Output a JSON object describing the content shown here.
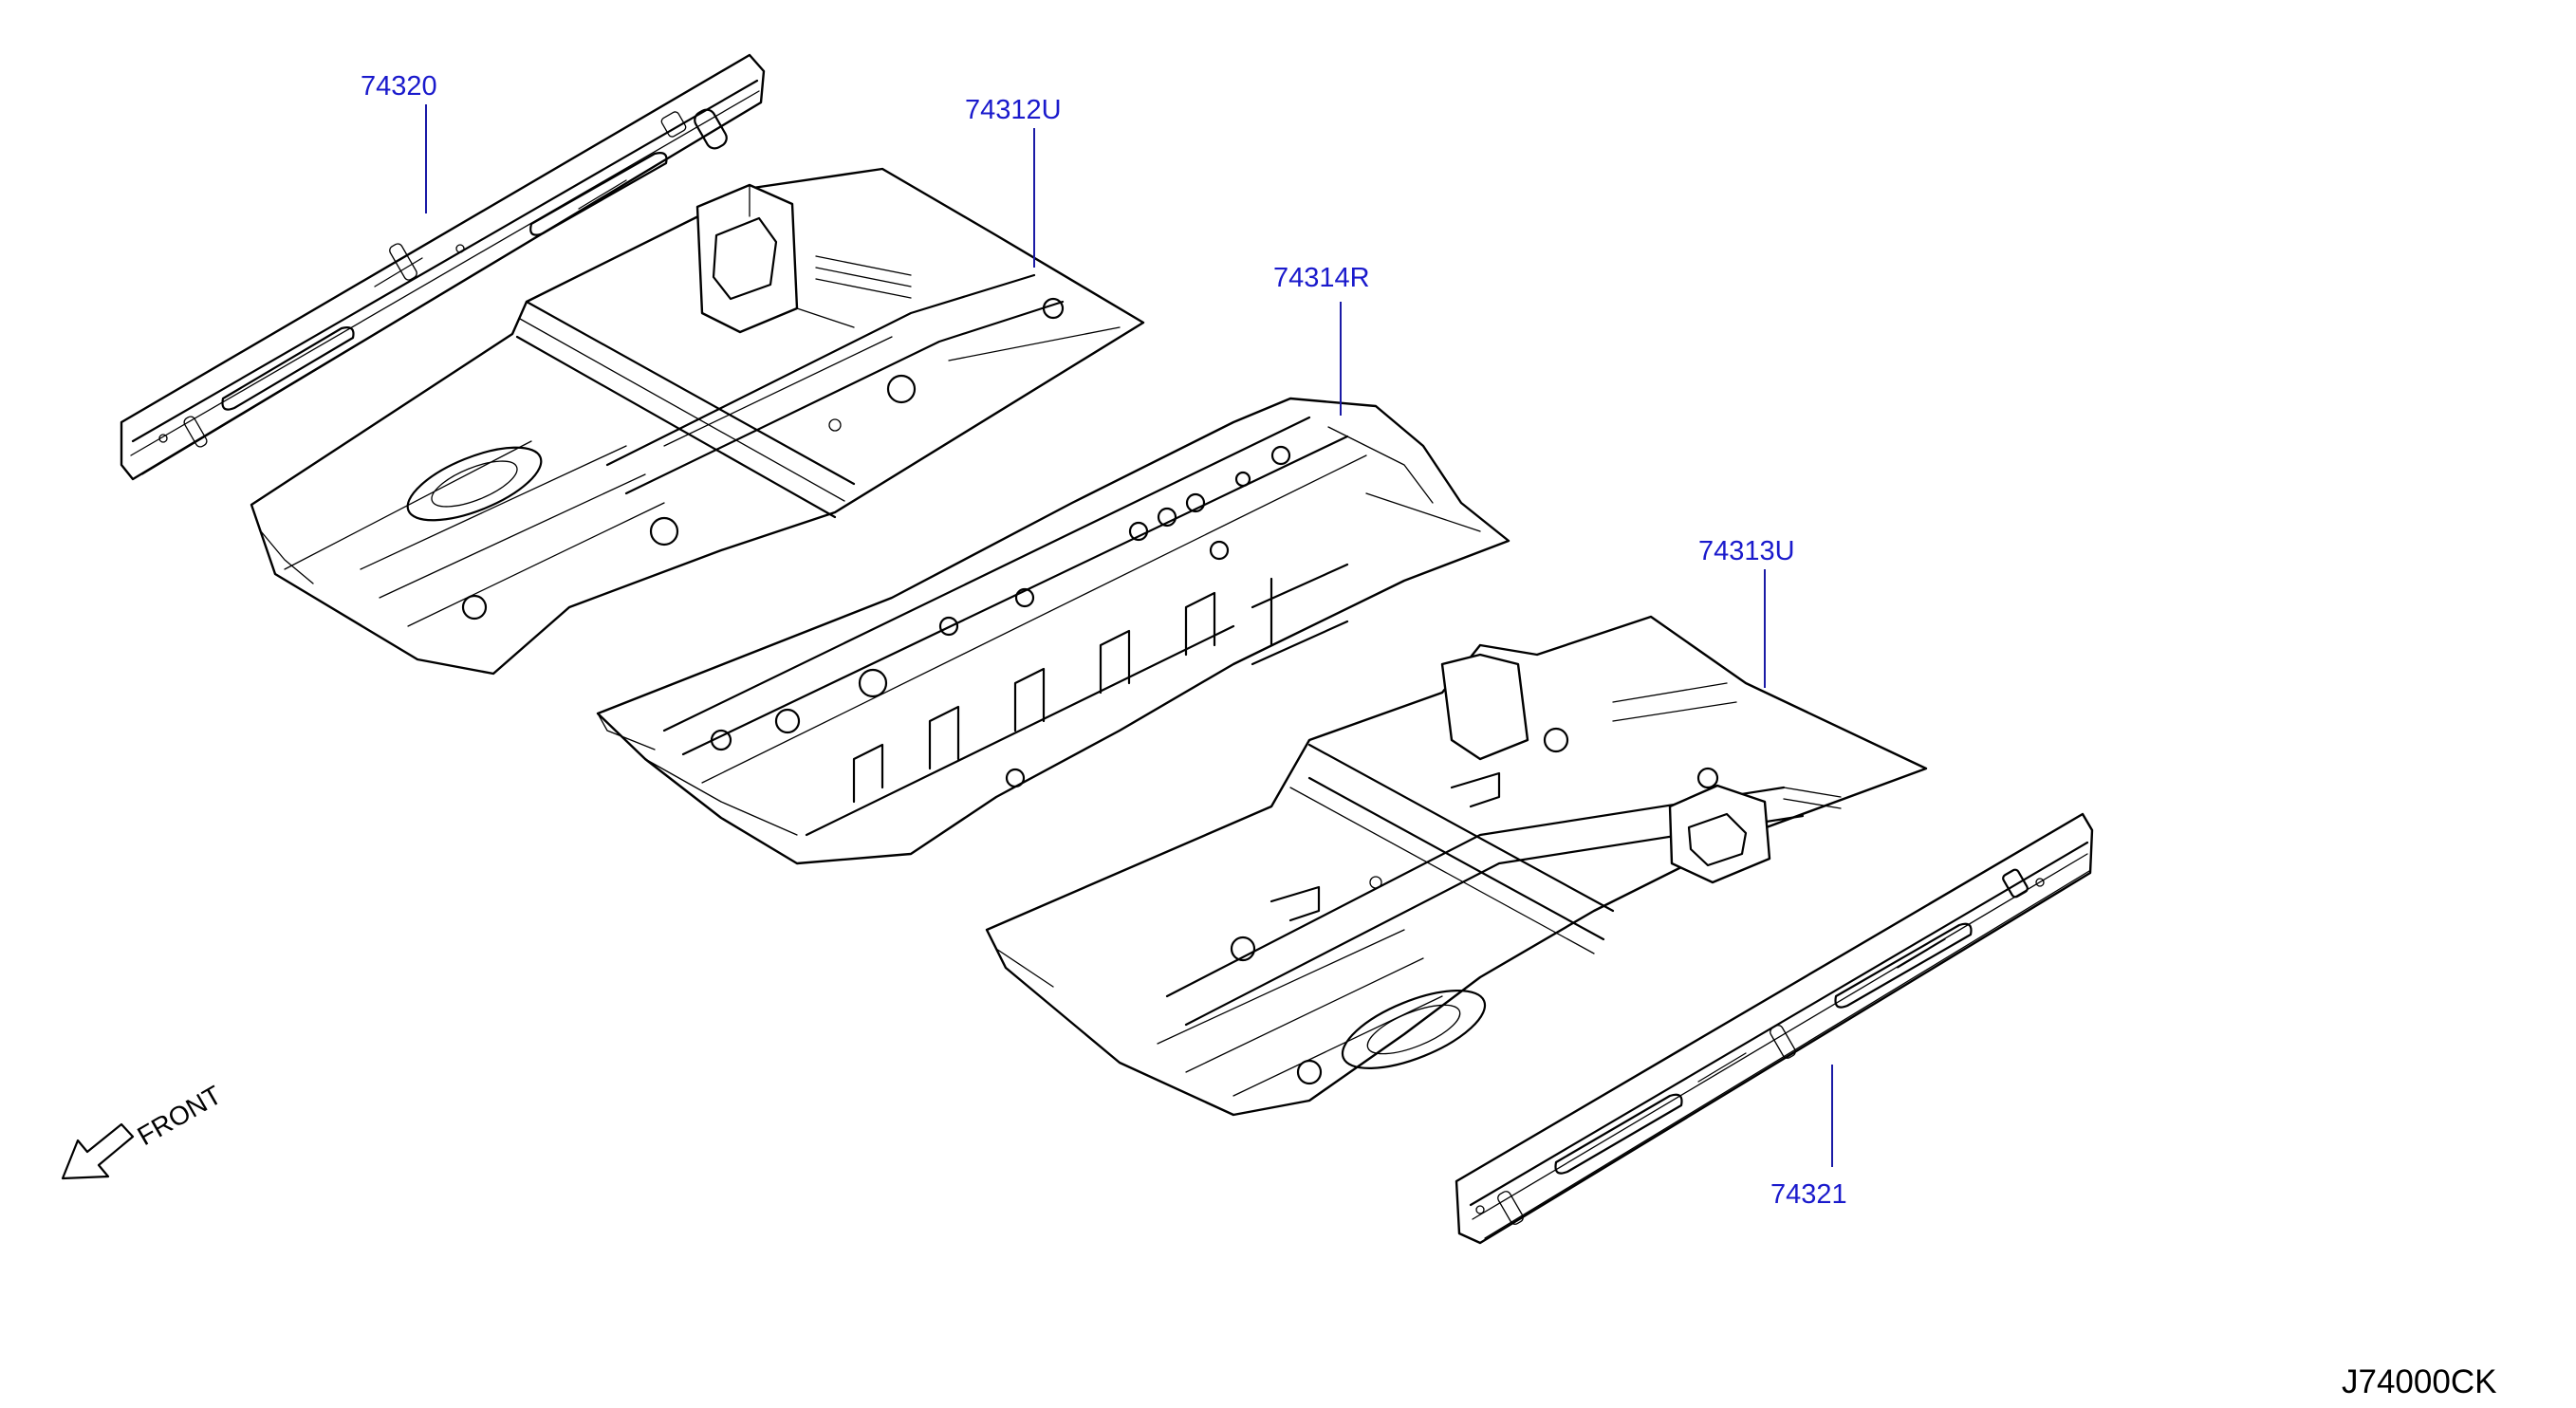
{
  "callouts": {
    "part_74320": "74320",
    "part_74312u": "74312U",
    "part_74314r": "74314R",
    "part_74313u": "74313U",
    "part_74321": "74321"
  },
  "front_label": "FRONT",
  "drawing_code": "J74000CK",
  "colors": {
    "callout_text": "#1a1acc",
    "leader_line": "#1a1aa6",
    "linework": "#000000"
  },
  "icons": {
    "front_arrow": "front-direction-arrow-icon"
  }
}
